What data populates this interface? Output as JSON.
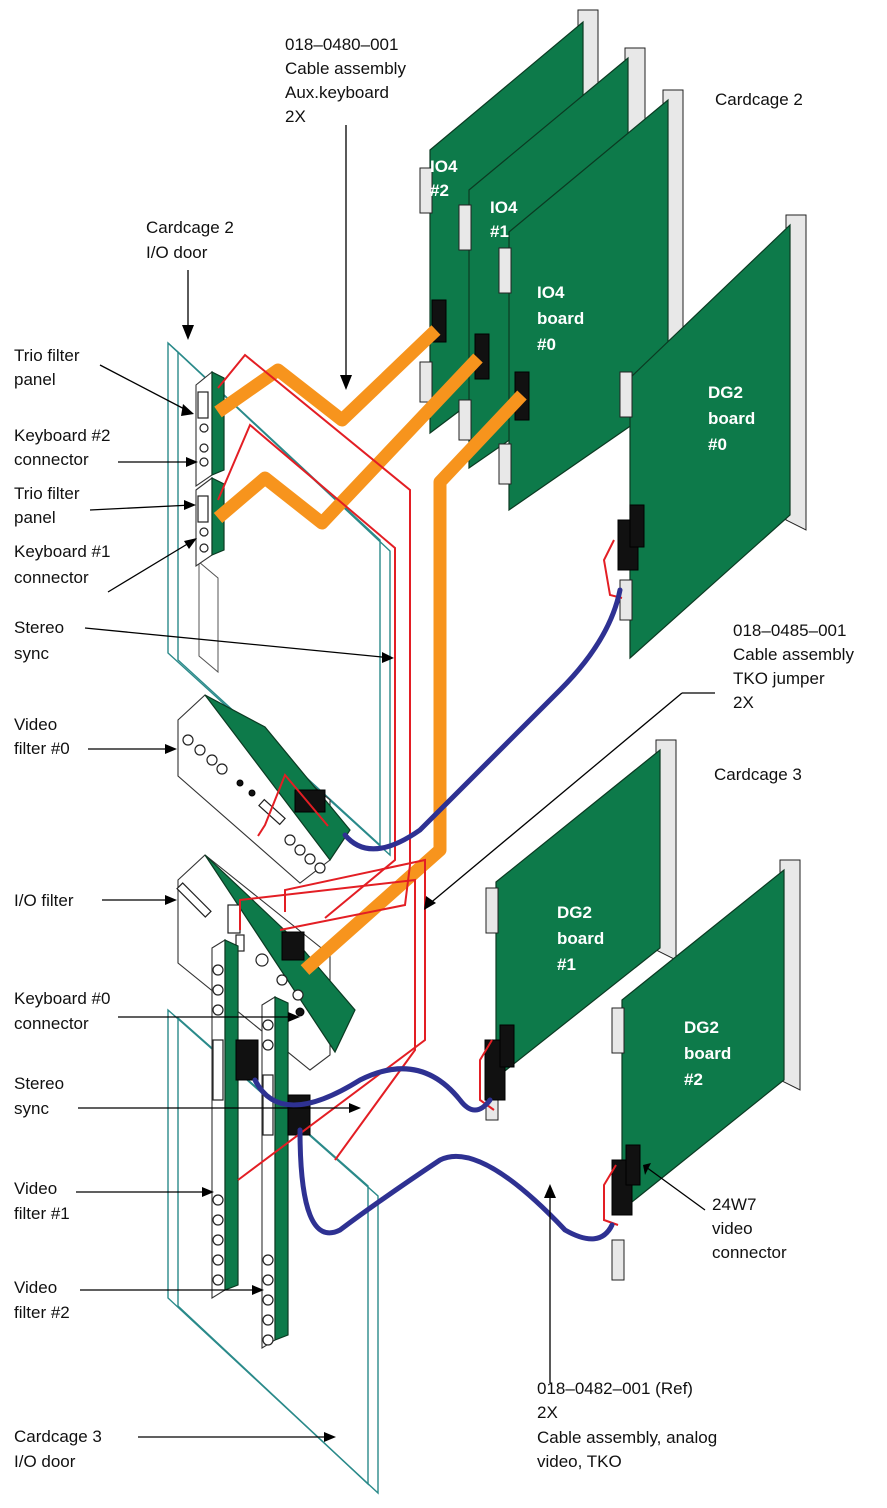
{
  "labels": {
    "cable_aux_part": "018–0480–001",
    "cable_aux_desc1": "Cable assembly",
    "cable_aux_desc2": "Aux.keyboard",
    "cable_aux_qty": "2X",
    "cardcage2": "Cardcage 2",
    "cardcage2_door1": "Cardcage 2",
    "cardcage2_door2": "I/O door",
    "trio1_a": "Trio filter",
    "trio1_b": "panel",
    "kbd2_a": "Keyboard #2",
    "kbd2_b": "connector",
    "trio2_a": "Trio filter",
    "trio2_b": "panel",
    "kbd1_a": "Keyboard #1",
    "kbd1_b": "connector",
    "stereo1_a": "Stereo",
    "stereo1_b": "sync",
    "vf0_a": "Video",
    "vf0_b": "filter #0",
    "io_filter": "I/O filter",
    "kbd0_a": "Keyboard #0",
    "kbd0_b": "connector",
    "stereo2_a": "Stereo",
    "stereo2_b": "sync",
    "vf1_a": "Video",
    "vf1_b": "filter #1",
    "vf2_a": "Video",
    "vf2_b": "filter #2",
    "cc3door_a": "Cardcage 3",
    "cc3door_b": "I/O door",
    "tko_part": "018–0485–001",
    "tko_desc1": "Cable assembly",
    "tko_desc2": "TKO jumper",
    "tko_qty": "2X",
    "cardcage3": "Cardcage 3",
    "vc_a": "24W7",
    "vc_b": "video",
    "vc_c": "connector",
    "analog_part": "018–0482–001 (Ref)",
    "analog_qty": "2X",
    "analog_desc1": "Cable assembly, analog",
    "analog_desc2": "video, TKO"
  },
  "boards": {
    "io4_2": [
      "IO4",
      "#2"
    ],
    "io4_1": [
      "IO4",
      "#1"
    ],
    "io4_0": [
      "IO4",
      "board",
      "#0"
    ],
    "dg2_0": [
      "DG2",
      "board",
      "#0"
    ],
    "dg2_1": [
      "DG2",
      "board",
      "#1"
    ],
    "dg2_2": [
      "DG2",
      "board",
      "#2"
    ]
  },
  "colors": {
    "board": "#0d7a4a",
    "ribbon_cable": "#f7941d",
    "video_cable": "#2e3192",
    "stereo_cable": "#e31e24",
    "door_frame": "#2a8a8a"
  }
}
